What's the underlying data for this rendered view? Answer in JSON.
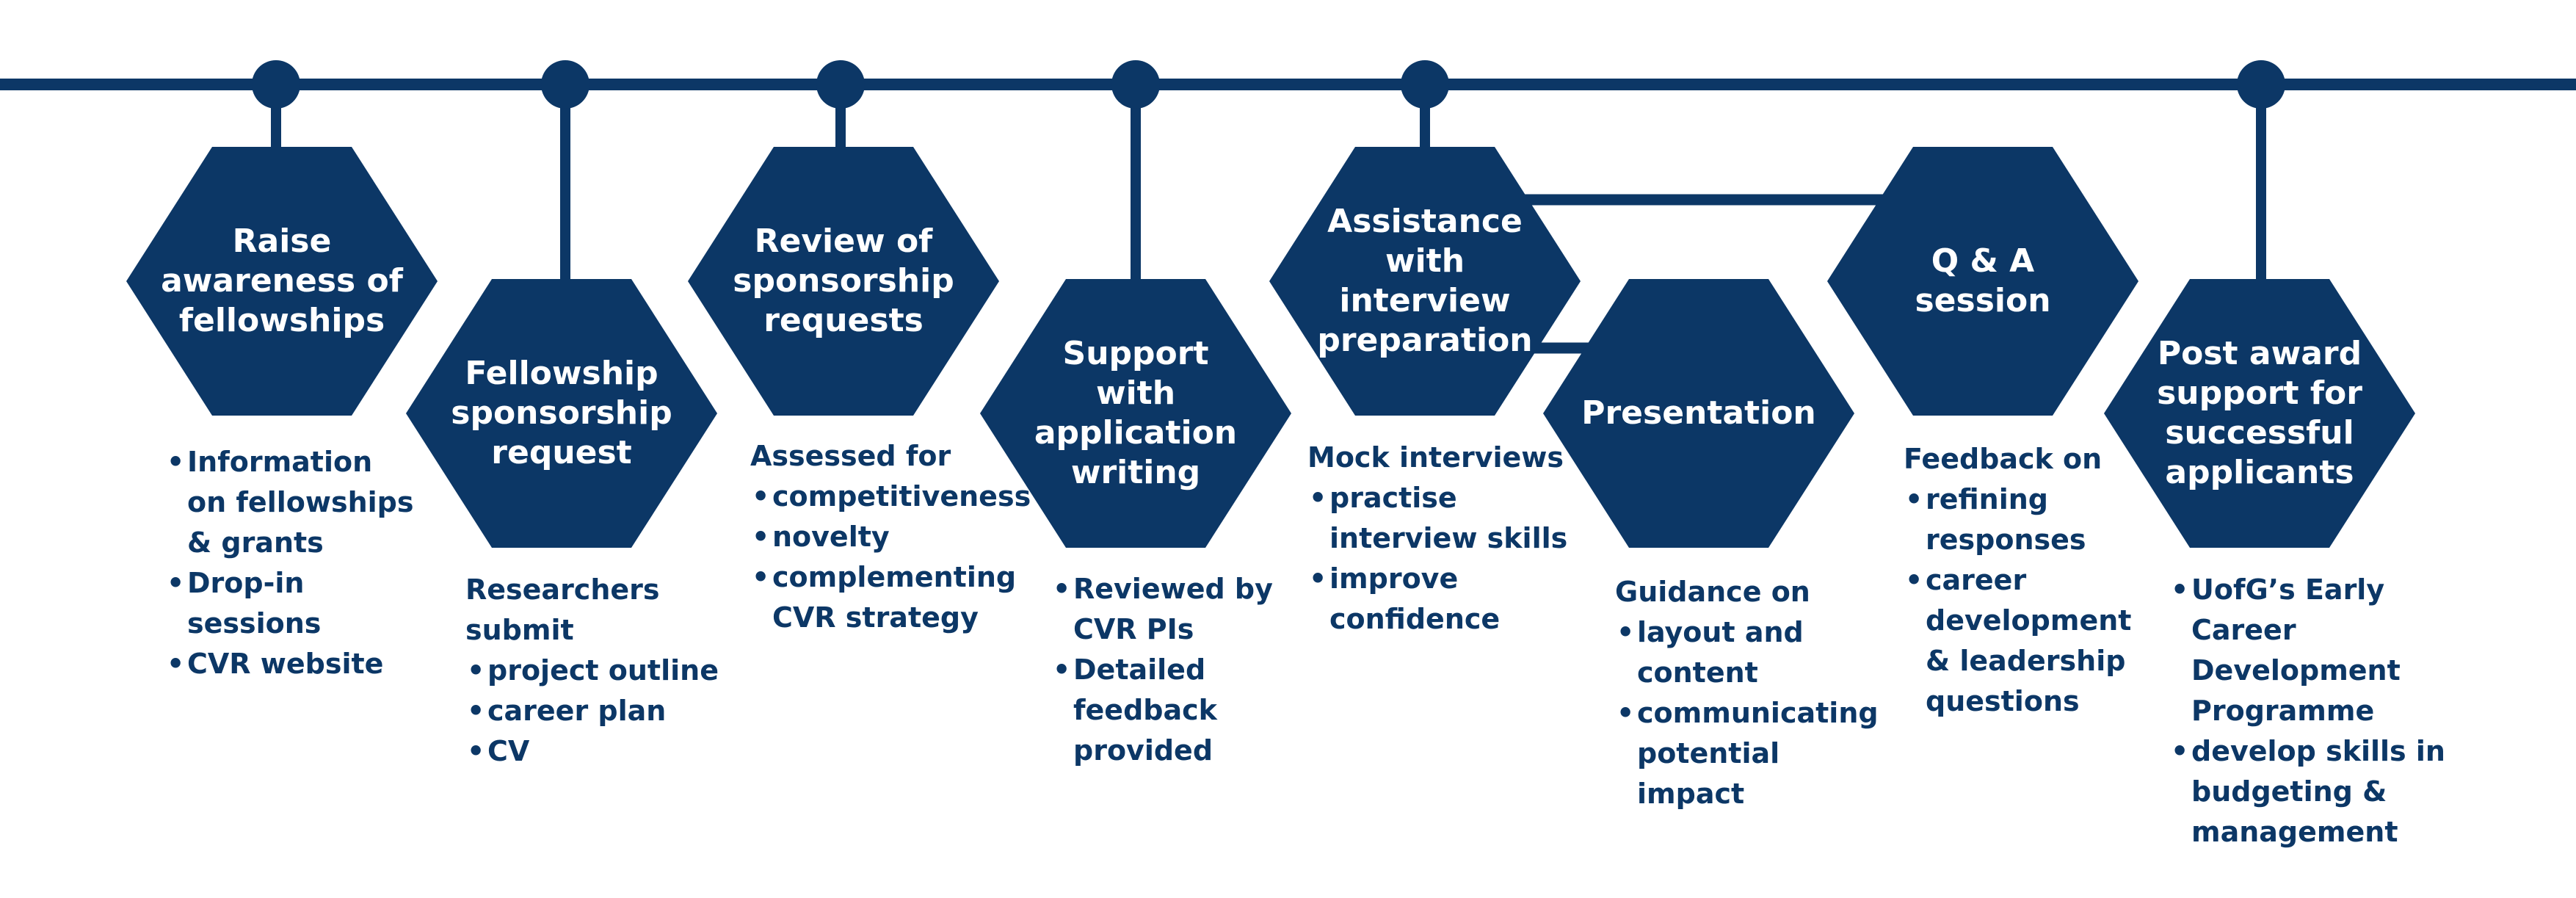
{
  "colors": {
    "navy": "#0c3766",
    "white": "#ffffff"
  },
  "steps": [
    {
      "title_lines": [
        "Raise",
        "awareness of",
        "fellowships"
      ],
      "intro": "",
      "bullets": [
        [
          "Information",
          "on fellowships",
          "& grants"
        ],
        [
          "Drop-in",
          "sessions"
        ],
        [
          "CVR website"
        ]
      ]
    },
    {
      "title_lines": [
        "Fellowship",
        "sponsorship",
        "request"
      ],
      "intro_lines": [
        "Researchers",
        "submit"
      ],
      "bullets": [
        [
          "project outline"
        ],
        [
          "career plan"
        ],
        [
          "CV"
        ]
      ]
    },
    {
      "title_lines": [
        "Review of",
        "sponsorship",
        "requests"
      ],
      "intro_lines": [
        "Assessed for"
      ],
      "bullets": [
        [
          "competitiveness"
        ],
        [
          "novelty"
        ],
        [
          "complementing",
          "CVR strategy"
        ]
      ]
    },
    {
      "title_lines": [
        "Support",
        "with",
        "application",
        "writing"
      ],
      "intro_lines": [],
      "bullets": [
        [
          "Reviewed by",
          "CVR PIs"
        ],
        [
          "Detailed",
          "feedback",
          "provided"
        ]
      ]
    },
    {
      "title_lines": [
        "Assistance",
        "with",
        "interview",
        "preparation"
      ],
      "intro_lines": [
        "Mock interviews"
      ],
      "bullets": [
        [
          "practise",
          "interview skills"
        ],
        [
          "improve",
          "confidence"
        ]
      ]
    },
    {
      "title_lines": [
        "Presentation"
      ],
      "intro_lines": [
        "Guidance on"
      ],
      "bullets": [
        [
          "layout and",
          "content"
        ],
        [
          "communicating",
          "potential",
          "impact"
        ]
      ]
    },
    {
      "title_lines": [
        "Q & A",
        "session"
      ],
      "intro_lines": [
        "Feedback on"
      ],
      "bullets": [
        [
          "refining",
          "responses"
        ],
        [
          "career",
          "development",
          "& leadership",
          "questions"
        ]
      ]
    },
    {
      "title_lines": [
        "Post award",
        "support for",
        "successful",
        "applicants"
      ],
      "intro_lines": [],
      "bullets": [
        [
          "UofG’s Early",
          "Career",
          "Development",
          "Programme"
        ],
        [
          "develop skills in",
          "budgeting &",
          "management"
        ]
      ]
    }
  ]
}
